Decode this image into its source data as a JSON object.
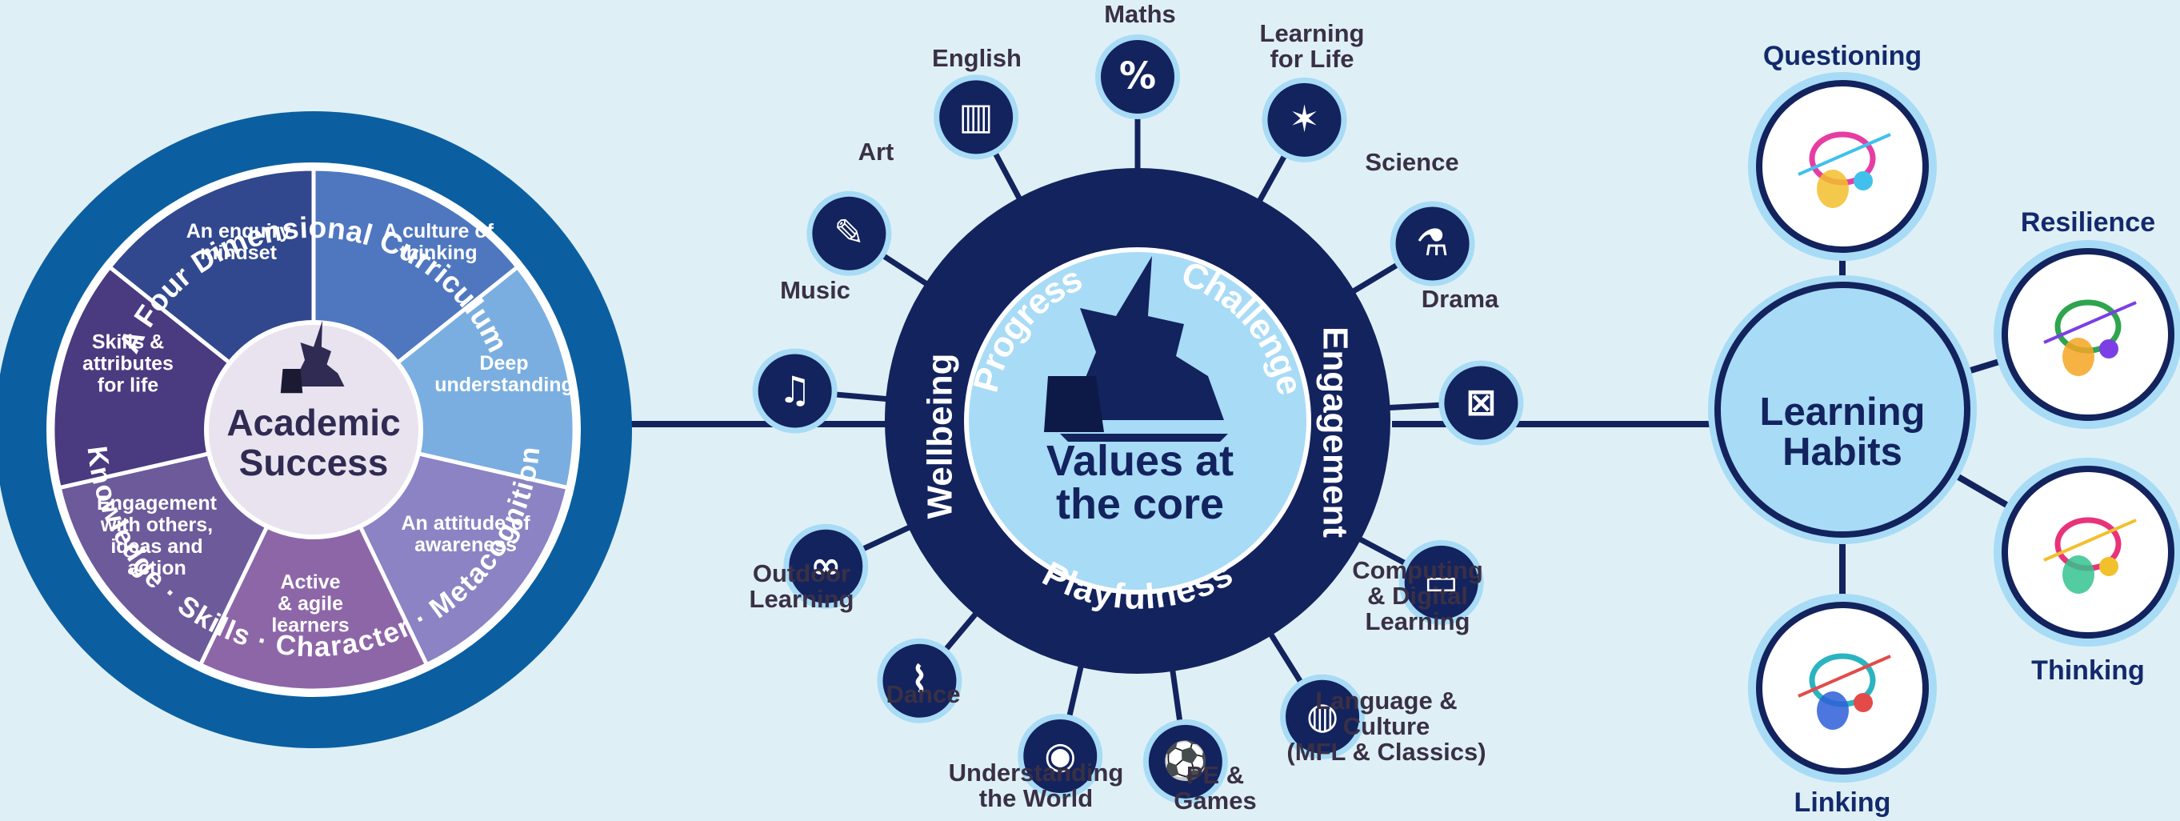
{
  "curriculum": {
    "ring_top": "A Four Dimensional Curriculum",
    "ring_bottom": "Knowledge · Skills · Character · Metacognition",
    "center_title": "Academic\nSuccess",
    "segments": [
      {
        "label": "A culture of\nthinking",
        "color": "#4f77c0"
      },
      {
        "label": "Deep\nunderstanding",
        "color": "#7aaee0"
      },
      {
        "label": "An attitude of\nawareness",
        "color": "#8b83c3"
      },
      {
        "label": "Active\n& agile\nlearners",
        "color": "#8d66a8"
      },
      {
        "label": "Engagement\nwith others,\nideas and\naction",
        "color": "#6c5a9a"
      },
      {
        "label": "Skills &\nattributes\nfor life",
        "color": "#4a3a80"
      },
      {
        "label": "An enquiry\nmindset",
        "color": "#31488e"
      }
    ],
    "colors": {
      "ring": "#0b5fa0",
      "center": "#e8e3ee"
    }
  },
  "values": {
    "title": "Values at\nthe core",
    "ring_words": {
      "progress": "Progress",
      "challenge": "Challenge",
      "engagement": "Engagement",
      "playfulness": "Playfulness",
      "wellbeing": "Wellbeing"
    },
    "colors": {
      "ring": "#13235e",
      "core": "#a8dbf6"
    },
    "subjects": [
      {
        "label": "Maths",
        "icon": "percent-icon"
      },
      {
        "label": "Learning\nfor Life",
        "icon": "person-star-icon"
      },
      {
        "label": "Science",
        "icon": "microscope-icon"
      },
      {
        "label": "Drama",
        "icon": "directors-chair-icon"
      },
      {
        "label": "Computing\n& Digital\nLearning",
        "icon": "monitor-icon"
      },
      {
        "label": "Language &\nCulture\n(MFL & Classics)",
        "icon": "globe-people-icon"
      },
      {
        "label": "PE &\nGames",
        "icon": "football-icon"
      },
      {
        "label": "Understanding\nthe World",
        "icon": "earth-icon"
      },
      {
        "label": "Dance",
        "icon": "ballet-shoes-icon"
      },
      {
        "label": "Outdoor\nLearning",
        "icon": "binoculars-icon"
      },
      {
        "label": "Music",
        "icon": "music-note-icon"
      },
      {
        "label": "Art",
        "icon": "paintbrush-icon"
      },
      {
        "label": "English",
        "icon": "open-book-icon"
      }
    ]
  },
  "habits": {
    "title": "Learning\nHabits",
    "colors": {
      "hub": "#a8dbf6",
      "ring": "#13235e",
      "halo": "#a8dbf6"
    },
    "items": [
      {
        "label": "Questioning",
        "icon": "curious-monkey-icon"
      },
      {
        "label": "Resilience",
        "icon": "chameleon-icon"
      },
      {
        "label": "Thinking",
        "icon": "thinking-bird-icon"
      },
      {
        "label": "Linking",
        "icon": "spider-web-icon"
      }
    ]
  }
}
